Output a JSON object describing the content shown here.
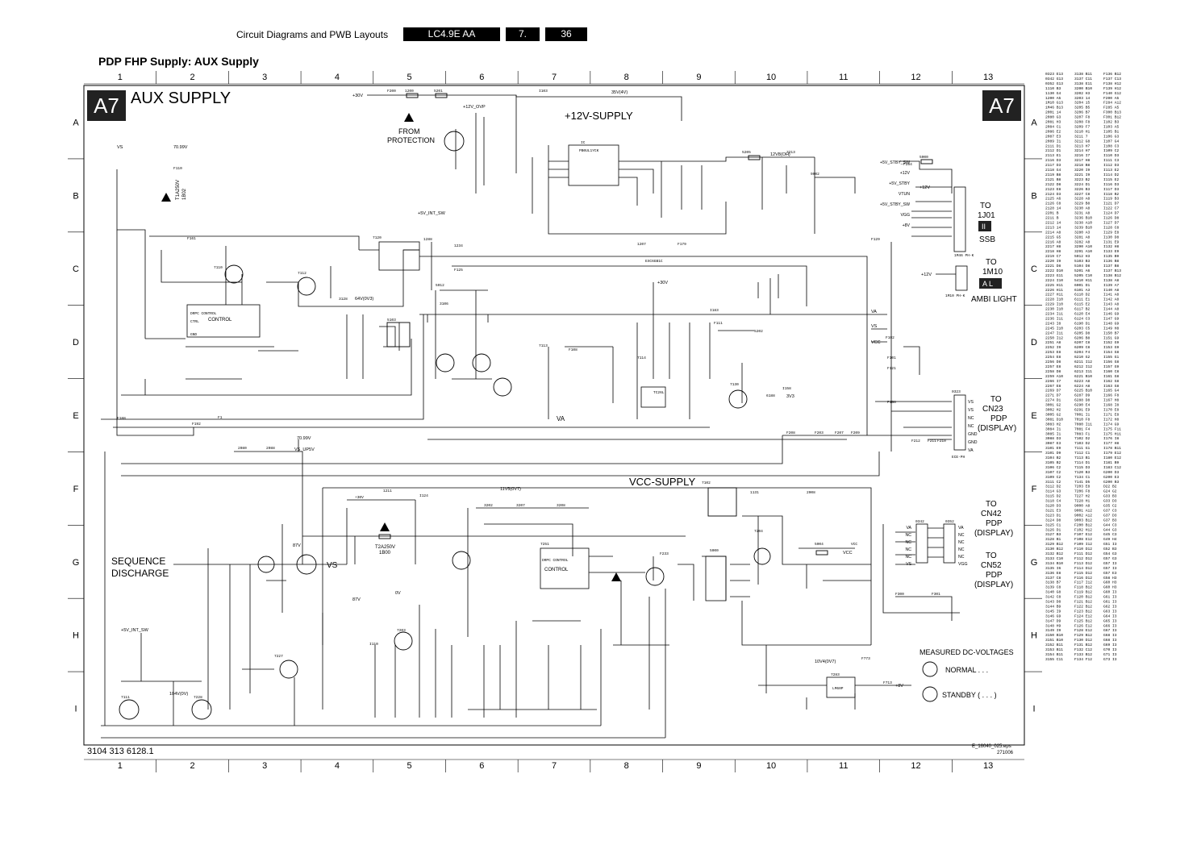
{
  "header": {
    "section": "Circuit Diagrams and PWB Layouts",
    "chassis": "LC4.9E AA",
    "chapter": "7.",
    "page": "36"
  },
  "title": "PDP FHP Supply: AUX Supply",
  "sheet": {
    "badge": "A7",
    "name": "AUX SUPPLY",
    "columns": [
      "1",
      "2",
      "3",
      "4",
      "5",
      "6",
      "7",
      "8",
      "9",
      "10",
      "11",
      "12",
      "13"
    ],
    "rows": [
      "A",
      "B",
      "C",
      "D",
      "E",
      "F",
      "G",
      "H",
      "I"
    ],
    "footer_left": "3104 313 6128.1",
    "footer_file": "E_16040_025.eps",
    "footer_date": "271006"
  },
  "blocks": {
    "v12_supply": "+12V-SUPPLY",
    "vcc_supply": "VCC-SUPPLY",
    "from_protection": [
      "FROM",
      "PROTECTION"
    ],
    "sequence_discharge": [
      "SEQUENCE",
      "DISCHARGE"
    ],
    "control1": [
      "DRPC CONTROL",
      "CONTROL"
    ],
    "control2": [
      "DRPC CONTROL",
      "CONTROL"
    ],
    "ic_12v": "PB0UL1YCK",
    "vs": "VS",
    "va": "VA"
  },
  "connectors": [
    {
      "to": "TO",
      "dest": "1J01",
      "badge": "II",
      "note": "SSB"
    },
    {
      "to": "TO",
      "dest": "1M10",
      "badge": "A L",
      "note": "AMBI LIGHT"
    },
    {
      "to": "TO",
      "dest": "CN23",
      "line2": "PDP",
      "line3": "(DISPLAY)"
    },
    {
      "to": "TO",
      "dest": "CN42",
      "line2": "PDP",
      "line3": "(DISPLAY)"
    },
    {
      "to": "TO",
      "dest": "CN52",
      "line2": "PDP",
      "line3": "(DISPLAY)"
    }
  ],
  "nets": {
    "v30": "+30V",
    "v12": "+12V",
    "v12_ovp": "+12V_OVP",
    "v5_int_sw": "+5V_INT_SW",
    "v5_stby_sw": "+5V_STBY_SW",
    "v5_stby": "+5V_STBY",
    "vtun": "VTUN",
    "vgg": "VGG",
    "v8": "+8V",
    "va": "VA",
    "vs": "VS",
    "vcc": "VCC",
    "v1_up5v": "VS_UP5V",
    "v70_90": "70.99V",
    "v35": "35V(4V)",
    "v12_7": "12V8(OH)",
    "v64": "64V(0V3)",
    "v11": "11V5(0V7)",
    "v10_4": "104V(0V)",
    "v10_6": "10V4(0V7)",
    "v87": "87V",
    "v0": "0V",
    "v3v3": "3V3"
  },
  "pins_1j01": [
    "+5V_STBY_SW",
    "+12V",
    "+5V_STBY",
    "VTUN",
    "+5V_STBY_SW",
    "VGG",
    "+8V"
  ],
  "pins_cn23": [
    "VS",
    "VS",
    "NC",
    "NC",
    "GND",
    "GND",
    "VA"
  ],
  "pins_cn42": [
    "VA",
    "NC",
    "NC",
    "NC",
    "NC",
    "VS"
  ],
  "pins_cn52": [
    "VA",
    "NC",
    "NC",
    "NC",
    "NC",
    "VGG"
  ],
  "fuses": [
    {
      "label": "T1A250V",
      "ref": "1B02"
    },
    {
      "label": "T2A250V",
      "ref": "1B00"
    }
  ],
  "measure": {
    "title": "MEASURED DC-VOLTAGES",
    "normal": "NORMAL . . .",
    "standby": "STANDBY ( . . . )"
  },
  "side_index": [
    [
      "0323 E13",
      "3138 B11",
      "F136 B12"
    ],
    [
      "0342 G13",
      "3137 C11",
      "F137 C13"
    ],
    [
      "0352 G13",
      "3138 E11",
      "F138 H12"
    ],
    [
      "1110 B3",
      "3200 B10",
      "F139 H12"
    ],
    [
      "1130 G4",
      "3202 H3",
      "F140 G12"
    ],
    [
      "1200 A5",
      "3203 14",
      "F200 A5"
    ],
    [
      "1M10 G13",
      "3204 15",
      "F284 A12"
    ],
    [
      "1M46 B13",
      "3205 B5",
      "F285 A5"
    ],
    [
      "2001 14",
      "3206 B7",
      "F300 B13"
    ],
    [
      "2080 G3",
      "3207 F8",
      "F301 B12"
    ],
    [
      "2081 H3",
      "3208 F8",
      "I102 B3"
    ],
    [
      "2084 C1",
      "3209 F7",
      "I103 A5"
    ],
    [
      "2086 E2",
      "3210 H1",
      "I105 B1"
    ],
    [
      "2087 E3",
      "3211 7",
      "I106 G3"
    ],
    [
      "2089 I1",
      "3212 G8",
      "I107 G4"
    ],
    [
      "2111 D1",
      "3213 H7",
      "I108 C3"
    ],
    [
      "2112 D1",
      "3214 H7",
      "I109 C2"
    ],
    [
      "2113 E1",
      "3216 I7",
      "I110 D3"
    ],
    [
      "2116 D3",
      "3217 H8",
      "I111 C3"
    ],
    [
      "2117 D3",
      "3218 B8",
      "I112 D3"
    ],
    [
      "2118 G4",
      "3220 I9",
      "I113 E2"
    ],
    [
      "2119 B8",
      "3221 I9",
      "I114 D2"
    ],
    [
      "2121 B8",
      "3223 B2",
      "I115 E2"
    ],
    [
      "2122 D8",
      "3224 D1",
      "I116 D3"
    ],
    [
      "2123 E8",
      "3226 B3",
      "I117 D3"
    ],
    [
      "2124 D3",
      "3227 C8",
      "I118 B2"
    ],
    [
      "2125 A6",
      "3228 A8",
      "I119 B3"
    ],
    [
      "2126 C8",
      "3229 B8",
      "I121 D7"
    ],
    [
      "2128 14",
      "3230 A8",
      "I122 C7"
    ],
    [
      "2201 B",
      "3231 A8",
      "I124 D7"
    ],
    [
      "2211 B",
      "3236 B10",
      "I126 D8"
    ],
    [
      "2212 14",
      "3238 A10",
      "I127 D7"
    ],
    [
      "2213 14",
      "3239 B10",
      "I128 C8"
    ],
    [
      "2214 A8",
      "3280 A3",
      "I129 E8"
    ],
    [
      "2215 G5",
      "3281 A8",
      "I130 D8"
    ],
    [
      "2216 A8",
      "3282 A8",
      "I131 E9"
    ],
    [
      "2217 H8",
      "3290 A10",
      "I132 H8"
    ],
    [
      "2218 H8",
      "3291 A10",
      "I133 E9"
    ],
    [
      "2219 C7",
      "5012 H3",
      "I135 B9"
    ],
    [
      "2220 I9",
      "5103 B3",
      "I136 B8"
    ],
    [
      "2221 D8",
      "5104 D8",
      "I137 B8"
    ],
    [
      "2222 D10",
      "5201 A6",
      "I137 B13"
    ],
    [
      "2223 G11",
      "5205 C10",
      "I138 B12"
    ],
    [
      "2224 I10",
      "5410 H11",
      "I138 A8"
    ],
    [
      "2225 H11",
      "6001 D1",
      "I139 A7"
    ],
    [
      "2226 H11",
      "6101 A3",
      "I140 A8"
    ],
    [
      "2227 H11",
      "6110 D2",
      "I141 A8"
    ],
    [
      "2228 I10",
      "6111 E1",
      "I142 A8"
    ],
    [
      "2229 I10",
      "6115 E2",
      "I143 A8"
    ],
    [
      "2230 I10",
      "6117 B2",
      "I144 A8"
    ],
    [
      "2234 I11",
      "6120 E4",
      "I146 G9"
    ],
    [
      "2236 I11",
      "6124 C3",
      "I147 G9"
    ],
    [
      "2243 I8",
      "6190 D1",
      "I148 G9"
    ],
    [
      "2245 I10",
      "6203 C5",
      "I149 H8"
    ],
    [
      "2247 I11",
      "6205 D8",
      "I150 B7"
    ],
    [
      "2250 I12",
      "6206 B8",
      "I151 G9"
    ],
    [
      "2251 A8",
      "6207 C8",
      "I152 G9"
    ],
    [
      "2252 I9",
      "6209 C8",
      "I153 G9"
    ],
    [
      "2253 E8",
      "6204 F4",
      "I154 G8"
    ],
    [
      "2254 E8",
      "6210 G2",
      "I155 G1"
    ],
    [
      "2256 D8",
      "6211 I12",
      "I156 G8"
    ],
    [
      "2257 E8",
      "6212 I12",
      "I157 G9"
    ],
    [
      "2258 D8",
      "6213 I11",
      "I160 C8"
    ],
    [
      "2259 A10",
      "6221 B10",
      "I161 G8"
    ],
    [
      "2266 I7",
      "6223 A8",
      "I162 G8"
    ],
    [
      "2267 E8",
      "6224 A8",
      "I163 G8"
    ],
    [
      "2269 D7",
      "6225 B10",
      "I165 G4"
    ],
    [
      "2271 D7",
      "6287 D9",
      "I166 F8"
    ],
    [
      "2274 D1",
      "6288 D8",
      "I167 H8"
    ],
    [
      "3001 G2",
      "6290 E4",
      "I168 I8"
    ],
    [
      "3002 H2",
      "6291 E9",
      "I170 E8"
    ],
    [
      "3005 G2",
      "7001 I1",
      "I171 E8"
    ],
    [
      "3081 D10",
      "7010 F8",
      "I172 H8"
    ],
    [
      "3083 H2",
      "7080 I11",
      "I174 G9"
    ],
    [
      "3084 I1",
      "7081 F4",
      "I175 F11"
    ],
    [
      "3085 I1",
      "7083 F1",
      "I175 H11"
    ],
    [
      "3088 D3",
      "7102 D2",
      "I176 I8"
    ],
    [
      "3087 E3",
      "7103 D2",
      "I177 H8"
    ],
    [
      "3101 E9",
      "7111 G1",
      "I178 B11"
    ],
    [
      "3101 D9",
      "7112 C1",
      "I179 E12"
    ],
    [
      "3104 B2",
      "7113 B1",
      "I180 E12"
    ],
    [
      "3105 B2",
      "7114 D1",
      "I181 B9"
    ],
    [
      "3106 C2",
      "7115 D3",
      "I183 C12"
    ],
    [
      "3107 C2",
      "7120 B3",
      "G200 D3"
    ],
    [
      "3109 C2",
      "7134 C1",
      "G200 E3"
    ],
    [
      "3111 C2",
      "7141 D5",
      "G200 B3"
    ],
    [
      "3112 D2",
      "7203 E8",
      "D22 B2"
    ],
    [
      "3114 G3",
      "7206 F8",
      "G24 G2"
    ],
    [
      "3115 D2",
      "7227 H2",
      "G33 B3"
    ],
    [
      "3118 C4",
      "7228 H1",
      "G33 D3"
    ],
    [
      "3120 D3",
      "9000 A8",
      "G35 C2"
    ],
    [
      "3121 E3",
      "9001 A12",
      "G37 C3"
    ],
    [
      "3123 D1",
      "9002 A12",
      "G37 D3"
    ],
    [
      "3124 D8",
      "9003 B12",
      "G37 B3"
    ],
    [
      "3125 C1",
      "F200 B12",
      "G44 C3"
    ],
    [
      "3126 D1",
      "F102 H12",
      "G44 G3"
    ],
    [
      "3127 B3",
      "F107 E12",
      "G45 C3"
    ],
    [
      "3128 B1",
      "F108 E12",
      "G49 H4"
    ],
    [
      "3129 B12",
      "F109 I12",
      "G51 I3"
    ],
    [
      "3130 B12",
      "F110 D12",
      "G52 B3"
    ],
    [
      "3132 B12",
      "F111 D12",
      "G54 G3"
    ],
    [
      "3133 C10",
      "F112 D12",
      "G57 G3"
    ],
    [
      "3134 B10",
      "F113 D12",
      "G57 I3"
    ],
    [
      "3135 I6",
      "F114 D12",
      "G57 I3"
    ],
    [
      "3136 E8",
      "F115 D12",
      "G57 E3"
    ],
    [
      "3137 C8",
      "F116 D12",
      "G58 H3"
    ],
    [
      "3138 B7",
      "F117 I12",
      "G60 H3"
    ],
    [
      "3139 C8",
      "F118 B12",
      "G60 H3"
    ],
    [
      "3140 G8",
      "F119 B12",
      "G60 I3"
    ],
    [
      "3142 C8",
      "F120 B12",
      "G61 I3"
    ],
    [
      "3143 D8",
      "F121 B12",
      "G61 I3"
    ],
    [
      "3144 B9",
      "F122 B12",
      "G62 I3"
    ],
    [
      "3145 I9",
      "F123 B12",
      "G63 I3"
    ],
    [
      "3146 G9",
      "F124 E12",
      "G64 I3"
    ],
    [
      "3147 D9",
      "F125 B12",
      "G65 I3"
    ],
    [
      "3148 H9",
      "F126 E12",
      "G66 I3"
    ],
    [
      "3149 I9",
      "F128 E12",
      "G67 I3"
    ],
    [
      "3150 B10",
      "F129 B12",
      "G68 I3"
    ],
    [
      "3151 B10",
      "F130 D12",
      "G68 I3"
    ],
    [
      "3152 B11",
      "F131 B12",
      "G69 I3"
    ],
    [
      "3153 B11",
      "F132 C12",
      "G70 I3"
    ],
    [
      "3154 B11",
      "F133 B12",
      "G71 I3"
    ],
    [
      "3155 C11",
      "F134 F12",
      "G73 I3"
    ]
  ]
}
